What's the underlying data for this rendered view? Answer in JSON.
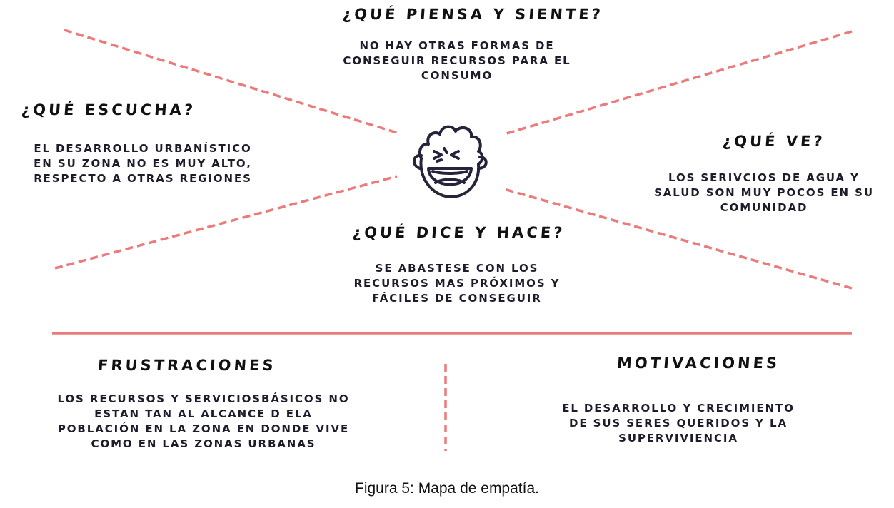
{
  "quadrants": {
    "piensa": {
      "title": "¿QUÉ PIENSA Y SIENTE?",
      "lines": [
        "NO HAY OTRAS FORMAS DE",
        "CONSEGUIR RECURSOS PARA EL",
        "CONSUMO"
      ]
    },
    "escucha": {
      "title": "¿QUÉ ESCUCHA?",
      "lines": [
        "EL DESARROLLO URBANÍSTICO",
        "EN SU ZONA NO ES MUY ALTO,",
        "RESPECTO A OTRAS REGIONES"
      ]
    },
    "ve": {
      "title": "¿QUÉ VE?",
      "lines": [
        "LOS SERIVCIOS DE AGUA Y",
        "SALUD SON MUY POCOS EN SU",
        "COMUNIDAD"
      ]
    },
    "dice": {
      "title": "¿QUÉ DICE Y HACE?",
      "lines": [
        "SE ABASTESE CON LOS",
        "RECURSOS MAS PRÓXIMOS Y",
        "FÁCILES DE CONSEGUIR"
      ]
    }
  },
  "bottom": {
    "frustraciones": {
      "title": "FRUSTRACIONES",
      "lines": [
        "LOS RECURSOS Y SERVICIOSBÁSICOS NO",
        "ESTAN TAN AL ALCANCE D ELA",
        "POBLACIÓN EN LA ZONA EN DONDE VIVE",
        "COMO EN LAS ZONAS URBANAS"
      ]
    },
    "motivaciones": {
      "title": "MOTIVACIONES",
      "lines": [
        "EL DESARROLLO Y CRECIMIENTO",
        "DE SUS SERES QUERIDOS Y LA",
        "SUPERVIVIENCIA"
      ]
    }
  },
  "caption": "Figura 5: Mapa de empatía.",
  "colors": {
    "accent": "#ec7a7a",
    "ink": "#1e1c2a"
  },
  "center_icon": "laughing-face-icon"
}
